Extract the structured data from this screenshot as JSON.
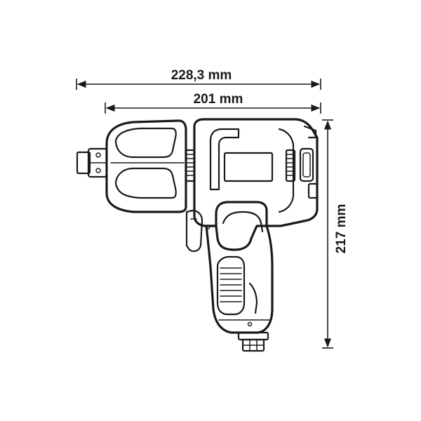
{
  "dimensions": {
    "overall_length": "228,3 mm",
    "body_length": "201 mm",
    "height": "217 mm"
  },
  "colors": {
    "line": "#1a1a1a",
    "background": "#ffffff"
  }
}
